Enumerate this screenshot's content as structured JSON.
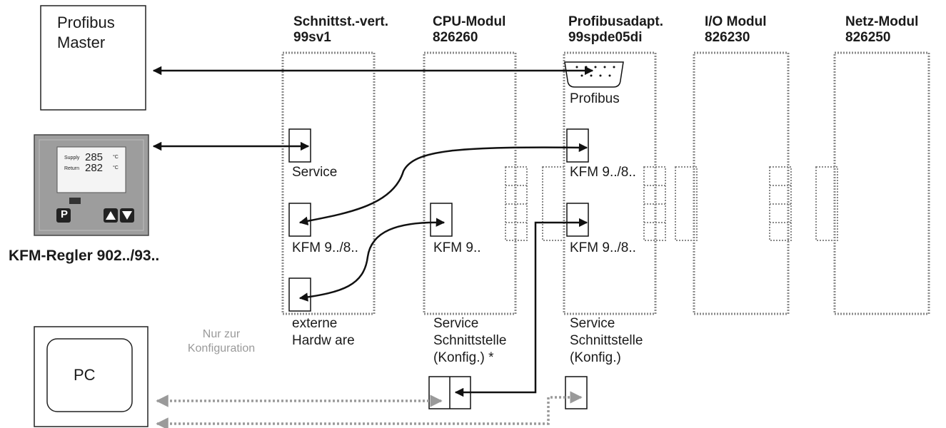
{
  "master": {
    "line1": "Profibus",
    "line2": "Master"
  },
  "controller": {
    "caption": "KFM-Regler 902../93..",
    "supply_label": "Supply",
    "supply_value": "285",
    "supply_unit": "°C",
    "return_label": "Return",
    "return_value": "282",
    "return_unit": "°C",
    "key_p": "P"
  },
  "pc": {
    "label": "PC"
  },
  "note": {
    "line1": "Nur zur",
    "line2": "Konfiguration"
  },
  "modules": [
    {
      "name": "Schnittst.-vert.",
      "code": "99sv1"
    },
    {
      "name": "CPU-Modul",
      "code": "826260"
    },
    {
      "name": "Profibusadapt.",
      "code": "99spde05di"
    },
    {
      "name": "I/O Modul",
      "code": "826230"
    },
    {
      "name": "Netz-Modul",
      "code": "826250"
    }
  ],
  "ports": {
    "sv_service": "Service",
    "sv_kfm": "KFM 9../8..",
    "sv_ext_1": "externe",
    "sv_ext_2": "Hardw are",
    "cpu_kfm": "KFM 9..",
    "cpu_srv_1": "Service",
    "cpu_srv_2": "Schnittstelle",
    "cpu_srv_3": "(Konfig.) *",
    "pa_profibus": "Profibus",
    "pa_kfm_1": "KFM 9../8..",
    "pa_kfm_2": "KFM 9../8..",
    "pa_srv_1": "Service",
    "pa_srv_2": "Schnittstelle",
    "pa_srv_3": "(Konfig.)"
  }
}
